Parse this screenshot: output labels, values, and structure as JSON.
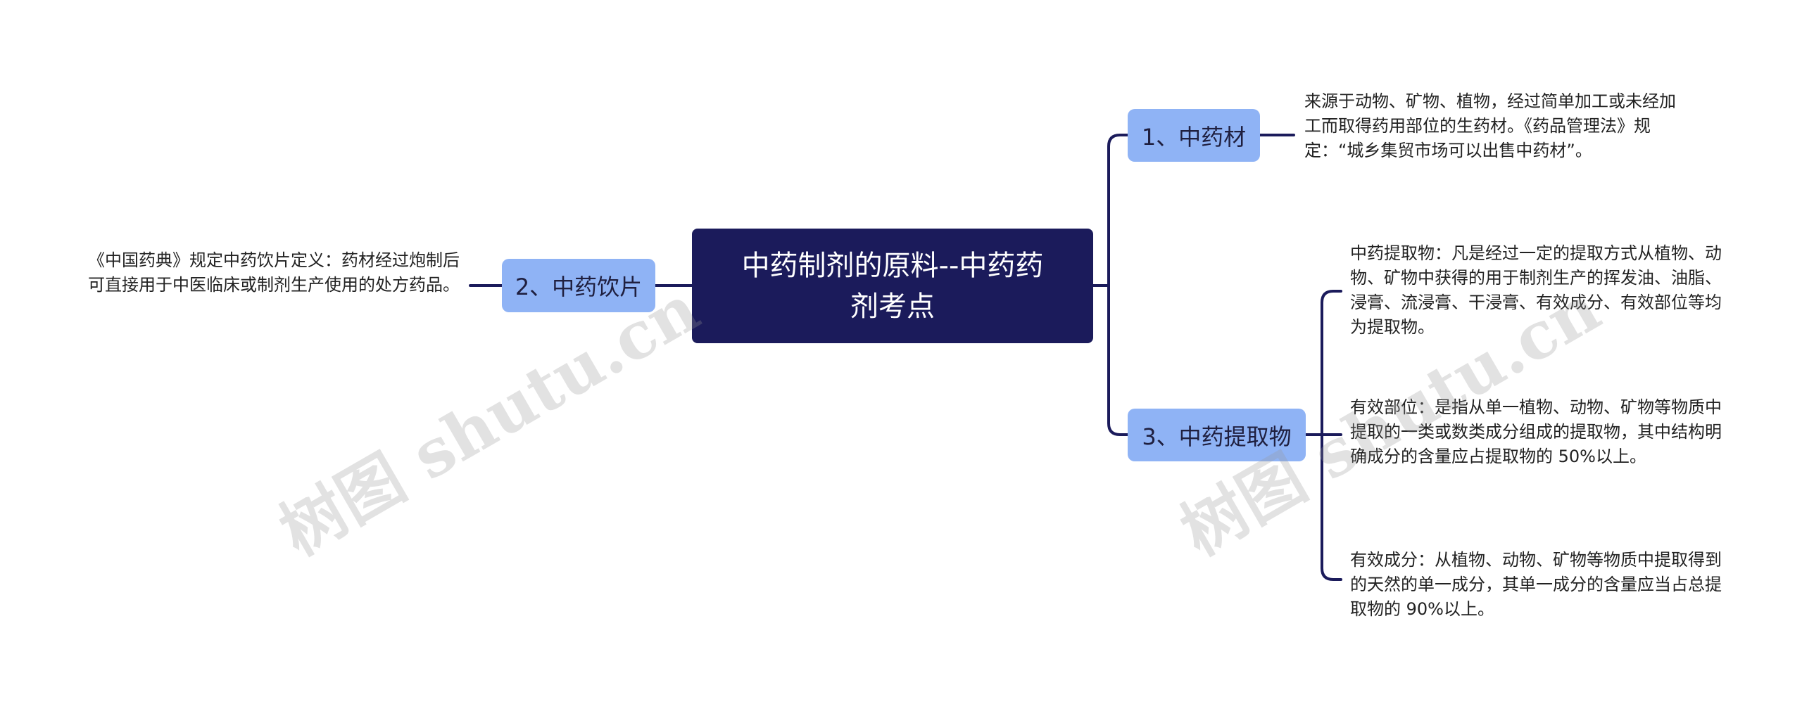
{
  "root": {
    "line1": "中药制剂的原料--中药药",
    "line2": "剂考点"
  },
  "branches": [
    {
      "label": "1、中药材"
    },
    {
      "label": "2、中药饮片"
    },
    {
      "label": "3、中药提取物"
    }
  ],
  "leaves": {
    "materials": "来源于动物、矿物、植物，经过简单加工或未经加工而取得药用部位的生药材。《药品管理法》规定：“城乡集贸市场可以出售中药材”。",
    "decoction_pieces": "《中国药典》规定中药饮片定义：药材经过炮制后可直接用于中医临床或制剂生产使用的处方药品。",
    "extract_definition": "中药提取物：凡是经过一定的提取方式从植物、动物、矿物中获得的用于制剂生产的挥发油、油脂、浸膏、流浸膏、干浸膏、有效成分、有效部位等均为提取物。",
    "effective_fraction": "有效部位：是指从单一植物、动物、矿物等物质中提取的一类或数类成分组成的提取物，其中结构明确成分的含量应占提取物的 50%以上。",
    "effective_component": "有效成分：从植物、动物、矿物等物质中提取得到的天然的单一成分，其单一成分的含量应当占总提取物的 90%以上。"
  },
  "watermark": "树图 shutu.cn",
  "colors": {
    "root_bg": "#1b1b5b",
    "branch_bg": "#8fb3f5",
    "connector": "#1b1b5b"
  }
}
